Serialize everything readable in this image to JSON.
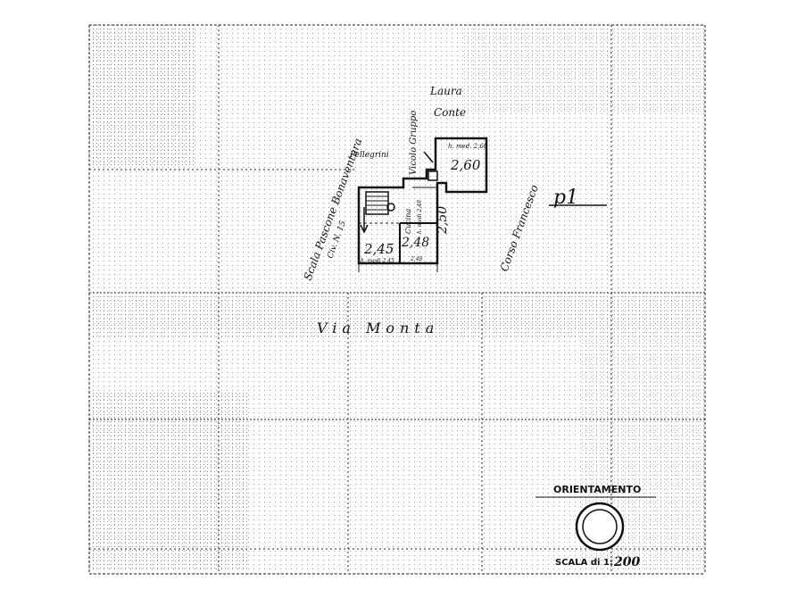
{
  "labels": {
    "street_main": "Via Monta",
    "street_side": "Corso Francesco",
    "stair": "Scala Pascone Bonaventura",
    "stair_no": "Civ. N. 15",
    "neighbor_top": "Laura",
    "neighbor_top2": "Conte",
    "neighbor_left": "Pellegrini",
    "neighbor_mid": "Vicolo Gruppo",
    "floor_mark": "p1",
    "room_big": "2,45",
    "room_small": "2,48",
    "room_right_top": "2,60",
    "room_right_bottom": "2,50",
    "room_note_big": "h. medi 2,45",
    "room_note_small": "Cucina",
    "room_note_small2": "h. medi 2,48",
    "room_note_right": "h. med. 2,60",
    "room_note_bottom": "2,48"
  },
  "legend": {
    "orientation": "ORIENTAMENTO",
    "scale_prefix": "SCALA di 1:",
    "scale_value": "200"
  }
}
